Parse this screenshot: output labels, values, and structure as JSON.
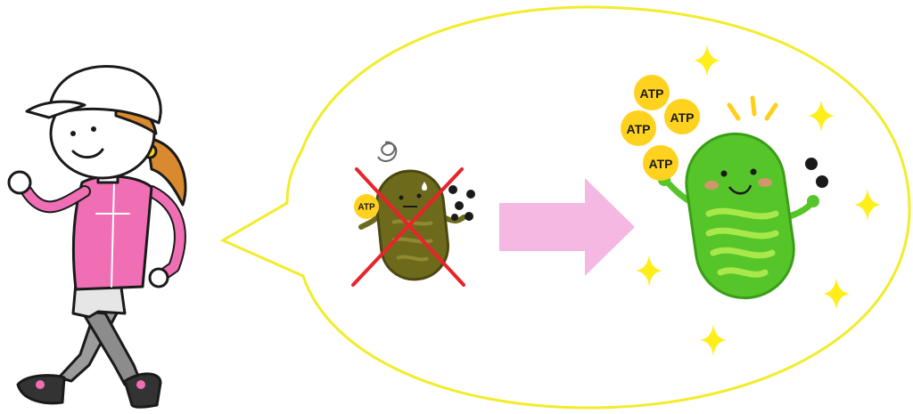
{
  "labels": {
    "atp_weak": "ATP",
    "atp_strong": [
      "ATP",
      "ATP",
      "ATP",
      "ATP"
    ]
  },
  "colors": {
    "bubble_outline": "#f2ec2a",
    "arrow": "#f4b8e2",
    "cross": "#e8232a",
    "atp_coin": "#ffd21f",
    "weak_mitochondrion": "#6e6a1c",
    "healthy_mitochondrion": "#55c52a",
    "healthy_inner": "#a8e84a",
    "jacket": "#f06fb4",
    "sparkle": "#ffee1a"
  },
  "icons": {
    "walker": "walking-woman-icon",
    "weak": "tired-mitochondrion-icon",
    "healthy": "happy-mitochondrion-icon",
    "arrow": "right-arrow-icon",
    "cross": "cross-mark-icon",
    "sparkle": "sparkle-icon"
  }
}
